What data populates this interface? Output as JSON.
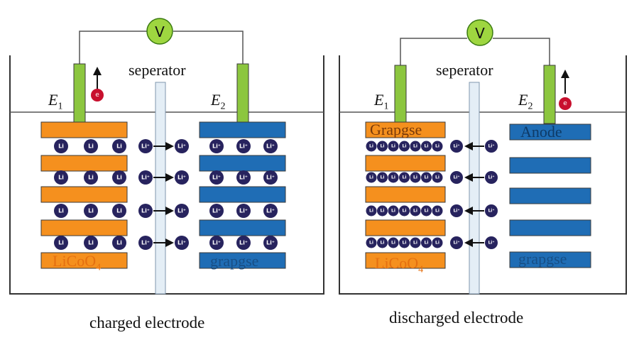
{
  "panels": [
    {
      "id": "charged",
      "caption": "charged electrode",
      "separator_label": "seperator",
      "meter_label": "V",
      "electron_label": "e",
      "electrode_left": {
        "letter": "E",
        "sub": "1"
      },
      "electrode_right": {
        "letter": "E",
        "sub": "2"
      },
      "left_bottom_text": {
        "main": "LiCoO",
        "sub": "4"
      },
      "right_bottom_text": "grapgse",
      "ion_label_bound": "Li",
      "ion_label_free": "Li⁺"
    },
    {
      "id": "discharged",
      "caption": "discharged electrode",
      "separator_label": "seperator",
      "meter_label": "V",
      "electron_label": "e",
      "electrode_left": {
        "letter": "E",
        "sub": "1"
      },
      "electrode_right": {
        "letter": "E",
        "sub": "2"
      },
      "left_top_text": "Grapgse",
      "left_bottom_text": {
        "main": "LiCoO",
        "sub": "4"
      },
      "right_top_text": "Anode",
      "right_bottom_text": "grapgse",
      "ion_label_bound": "Li",
      "ion_label_free": "Li⁺"
    }
  ],
  "colors": {
    "orange_plate": "#F5901E",
    "blue_plate": "#1F6DB5",
    "meter_fill": "#9ED640",
    "rod_fill": "#8CC63F",
    "ion_fill": "#27235E",
    "electron_fill": "#C8102E",
    "separator_fill": "#E4EEF6",
    "beaker_stroke": "#333333"
  }
}
